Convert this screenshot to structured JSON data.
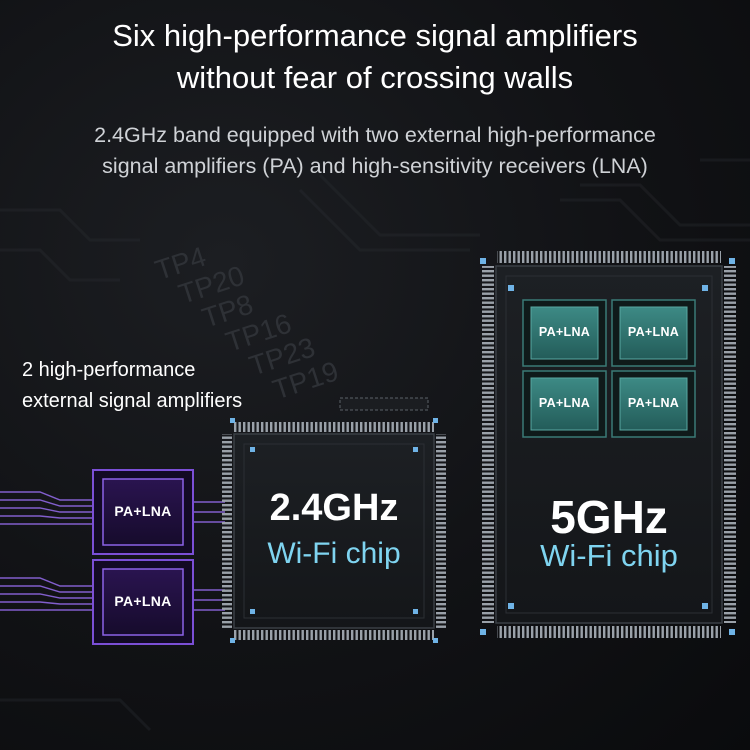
{
  "header": {
    "title_line1": "Six high-performance signal amplifiers",
    "title_line2": "without fear of crossing walls",
    "subtitle_line1": "2.4GHz band equipped with two external high-performance",
    "subtitle_line2": "signal amplifiers (PA) and high-sensitivity receivers (LNA)"
  },
  "side_label": {
    "line1": "2 high-performance",
    "line2": "external signal amplifiers"
  },
  "chip_24": {
    "band": "2.4GHz",
    "label": "Wi-Fi chip"
  },
  "chip_5": {
    "band": "5GHz",
    "label": "Wi-Fi chip"
  },
  "amp_label": "PA+LNA",
  "bg_marks": [
    "TP4",
    "TP20",
    "TP8",
    "TP16",
    "TP23",
    "TP19"
  ],
  "colors": {
    "accent_cyan": "#7fd4f0",
    "amp_purple": "#7b4fd6",
    "amp_teal": "#2f8f8a",
    "chip_pin": "#a9b0b8"
  }
}
